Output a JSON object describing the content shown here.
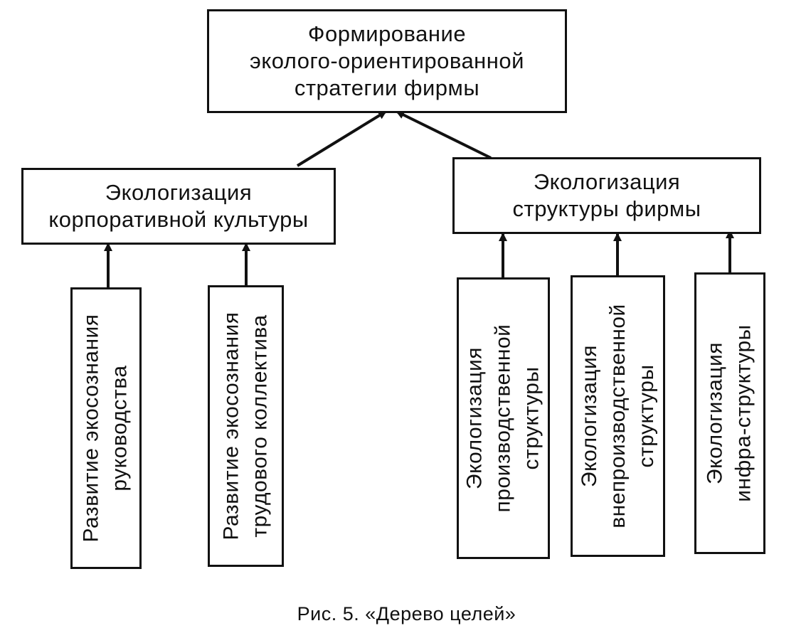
{
  "diagram": {
    "root": {
      "lines": [
        "Формирование",
        "эколого-ориентированной",
        "стратегии  фирмы"
      ]
    },
    "level1": [
      {
        "id": "culture",
        "lines": [
          "Экологизация",
          "корпоративной  культуры"
        ]
      },
      {
        "id": "structure",
        "lines": [
          "Экологизация",
          "структуры  фирмы"
        ]
      }
    ],
    "level2": [
      {
        "id": "management",
        "parent": "culture",
        "lines": [
          "Развитие  экосознания",
          "руководства"
        ]
      },
      {
        "id": "collective",
        "parent": "culture",
        "lines": [
          "Развитие  экосознания",
          "трудового  коллектива"
        ]
      },
      {
        "id": "production",
        "parent": "structure",
        "lines": [
          "Экологизация",
          "производственной",
          "структуры"
        ]
      },
      {
        "id": "nonproduction",
        "parent": "structure",
        "lines": [
          "Экологизация",
          "внепроизводственной",
          "структуры"
        ]
      },
      {
        "id": "infra",
        "parent": "structure",
        "lines": [
          "Экологизация",
          "инфра-структуры"
        ]
      }
    ],
    "caption": "Рис. 5. «Дерево целей»"
  }
}
